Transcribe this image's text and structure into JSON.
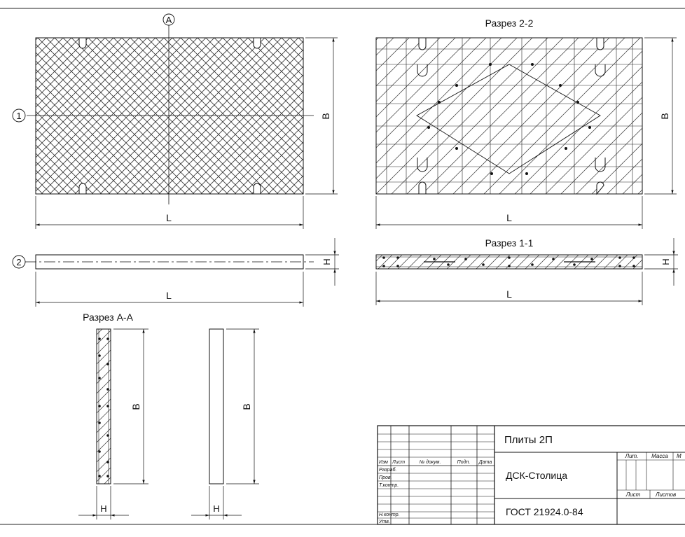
{
  "labels": {
    "axis_a": "А",
    "axis_1": "1",
    "axis_2": "2",
    "dim_b": "В",
    "dim_l": "L",
    "dim_h": "Н"
  },
  "section_titles": {
    "s22": "Разрез 2-2",
    "s11": "Разрез 1-1",
    "saa": "Разрез А-А"
  },
  "title_block": {
    "headers": [
      "Изм",
      "Лист",
      "№ докум.",
      "Подп.",
      "Дата"
    ],
    "roles": [
      "Разраб.",
      "Пров.",
      "Т.контр.",
      "Н.контр.",
      "Утв."
    ],
    "product": "Плиты 2П",
    "org": "ДСК-Столица",
    "gost": "ГОСТ 21924.0-84",
    "lit": "Лит.",
    "massa": "Масса",
    "masshtab_short": "М",
    "list": "Лист",
    "listov": "Листов"
  },
  "colors": {
    "line": "#1a1a1a",
    "hatch": "#333333",
    "paper": "#ffffff"
  }
}
